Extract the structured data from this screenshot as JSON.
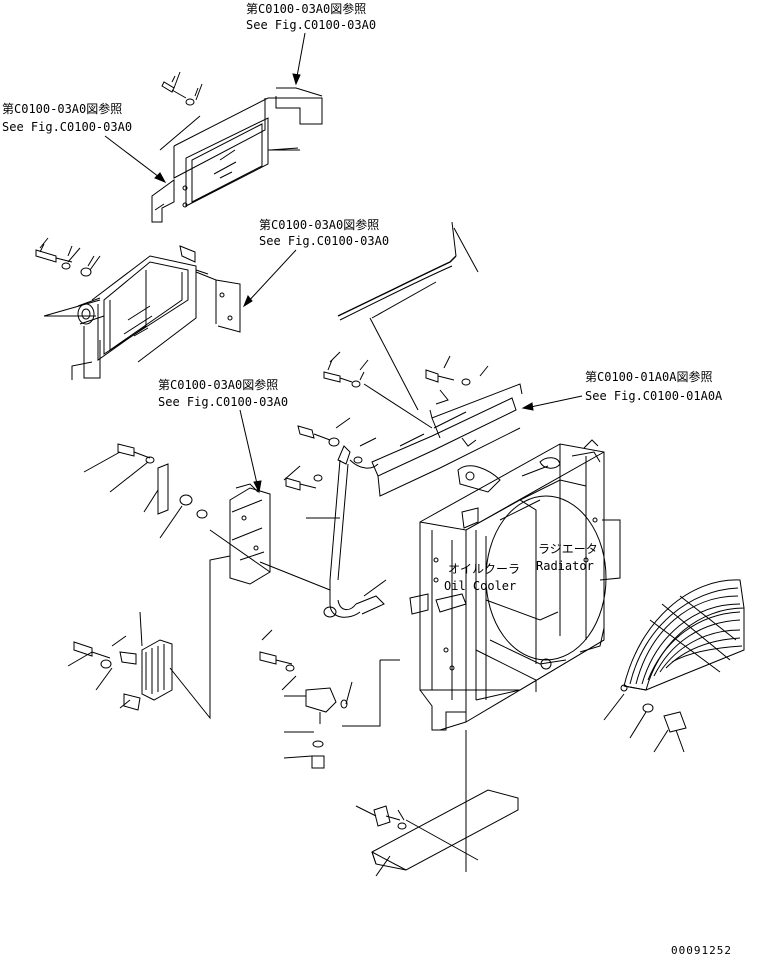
{
  "diagram": {
    "references": [
      {
        "id": "ref-top",
        "jp": "第C0100-03A0図参照",
        "en": "See Fig.C0100-03A0"
      },
      {
        "id": "ref-upper-left",
        "jp": "第C0100-03A0図参照",
        "en": "See Fig.C0100-03A0"
      },
      {
        "id": "ref-mid",
        "jp": "第C0100-03A0図参照",
        "en": "See Fig.C0100-03A0"
      },
      {
        "id": "ref-center-left",
        "jp": "第C0100-03A0図参照",
        "en": "See Fig.C0100-03A0"
      },
      {
        "id": "ref-right",
        "jp": "第C0100-01A0A図参照",
        "en": "See Fig.C0100-01A0A"
      }
    ],
    "component_labels": {
      "oil_cooler_jp": "オイルクーラ",
      "oil_cooler_en": "Oil Cooler",
      "radiator_jp": "ラジエータ",
      "radiator_en": "Radiator"
    },
    "drawing_code": "00091252"
  }
}
